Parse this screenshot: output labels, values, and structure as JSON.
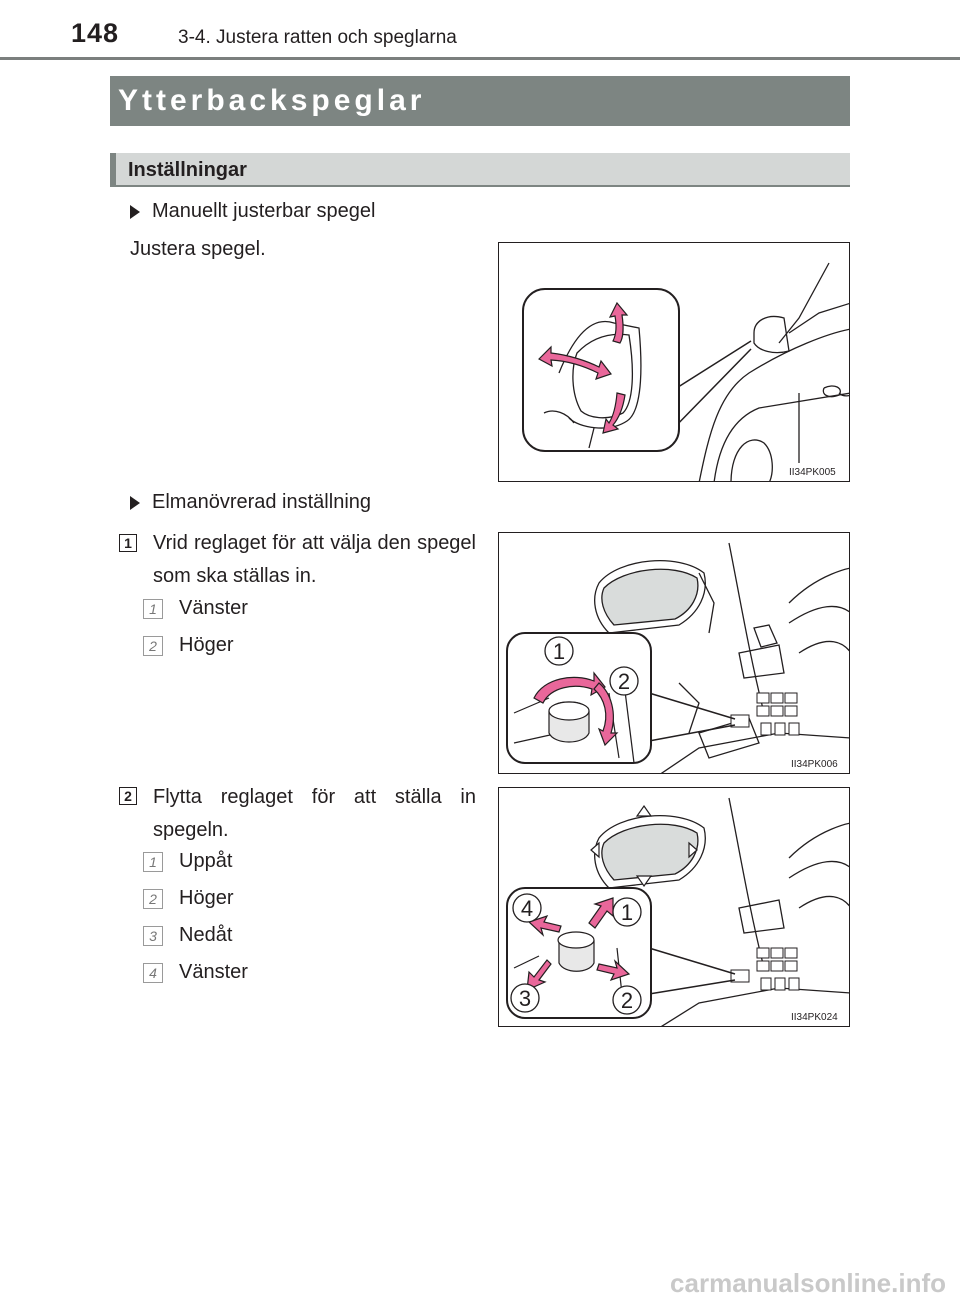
{
  "header": {
    "page_number": "148",
    "section": "3-4. Justera ratten och speglarna"
  },
  "title": "Ytterbackspeglar",
  "subtitle": "Inställningar",
  "manual": {
    "bullet": "Manuellt justerbar spegel",
    "text": "Justera spegel.",
    "figure_code": "II34PK005"
  },
  "electric": {
    "bullet": "Elmanövrerad inställning",
    "steps": [
      {
        "num": "1",
        "text": "Vrid reglaget för att välja den spegel som ska ställas in.",
        "items": [
          {
            "num": "1",
            "label": "Vänster"
          },
          {
            "num": "2",
            "label": "Höger"
          }
        ],
        "figure_code": "II34PK006",
        "callouts": [
          "1",
          "2"
        ]
      },
      {
        "num": "2",
        "text": "Flytta reglaget för att ställa in spegeln.",
        "items": [
          {
            "num": "1",
            "label": "Uppåt"
          },
          {
            "num": "2",
            "label": "Höger"
          },
          {
            "num": "3",
            "label": "Nedåt"
          },
          {
            "num": "4",
            "label": "Vänster"
          }
        ],
        "figure_code": "II34PK024",
        "callouts": [
          "1",
          "2",
          "3",
          "4"
        ]
      }
    ]
  },
  "footer": "carmanualsonline.info",
  "colors": {
    "title_bar": "#7d8582",
    "subtitle_bar": "#d4d7d6",
    "arrow": "#e9679a",
    "text": "#231f20"
  }
}
